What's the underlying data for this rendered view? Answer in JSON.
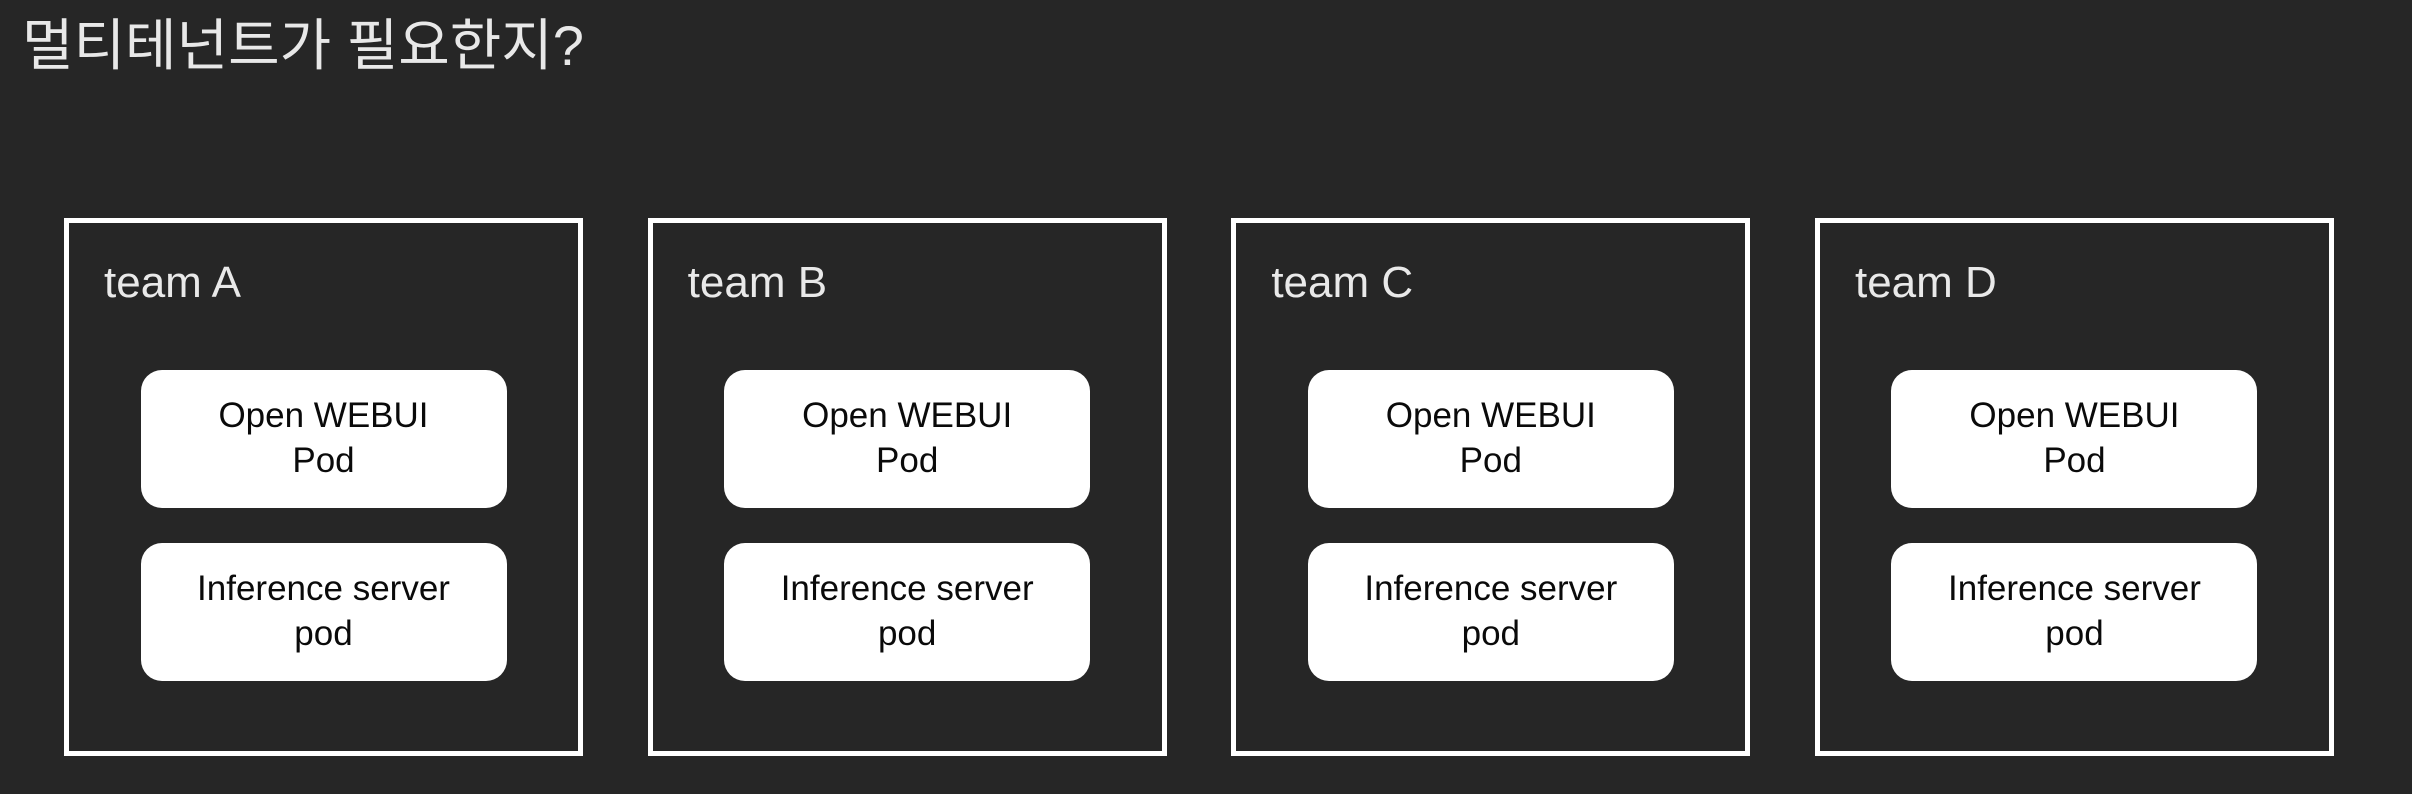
{
  "slide": {
    "title": "멀티테넌트가 필요한지?",
    "background_color": "#262626",
    "title_color": "#e8e8e8",
    "box_border_color": "#ffffff",
    "pod_card_color": "#ffffff",
    "pod_text_color": "#0a0a0a"
  },
  "teams": [
    {
      "label": "team A",
      "pods": [
        {
          "line1": "Open WEBUI",
          "line2": "Pod"
        },
        {
          "line1": "Inference server",
          "line2": "pod"
        }
      ]
    },
    {
      "label": "team B",
      "pods": [
        {
          "line1": "Open WEBUI",
          "line2": "Pod"
        },
        {
          "line1": "Inference server",
          "line2": "pod"
        }
      ]
    },
    {
      "label": "team C",
      "pods": [
        {
          "line1": "Open WEBUI",
          "line2": "Pod"
        },
        {
          "line1": "Inference server",
          "line2": "pod"
        }
      ]
    },
    {
      "label": "team D",
      "pods": [
        {
          "line1": "Open WEBUI",
          "line2": "Pod"
        },
        {
          "line1": "Inference server",
          "line2": "pod"
        }
      ]
    }
  ]
}
